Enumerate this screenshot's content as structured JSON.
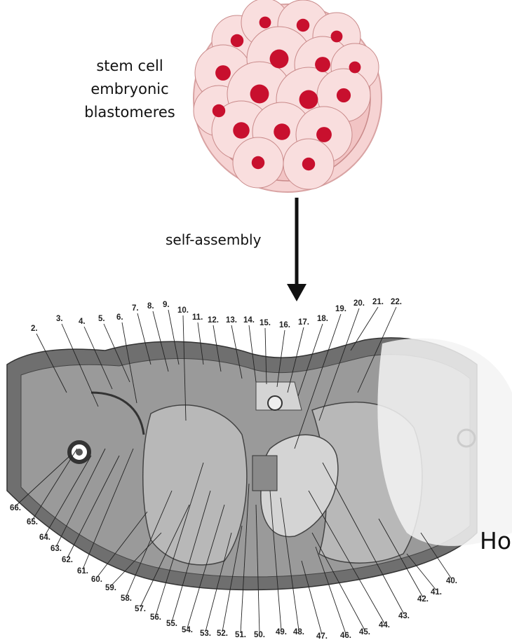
{
  "caption": {
    "line1": "stem cell",
    "line2": "embryonic",
    "line3": "blastomeres"
  },
  "arrow_label": "self-assembly",
  "corner_text": "Ho",
  "colors": {
    "cell_outer": "#f6d3d3",
    "cell_fill": "#f9dede",
    "cell_stroke": "#c98a8a",
    "nucleus": "#c8102e",
    "tissue_dark": "#6f6f6f",
    "tissue_mid": "#9a9a9a",
    "lung": "#b8b8b8",
    "organ_light": "#d4d4d4"
  },
  "labels_top": [
    "2.",
    "3.",
    "4.",
    "5.",
    "6.",
    "7.",
    "8.",
    "9.",
    "10.",
    "11.",
    "12.",
    "13.",
    "14.",
    "15.",
    "16.",
    "17.",
    "18.",
    "19.",
    "20.",
    "21.",
    "22."
  ],
  "labels_bottom": [
    "40.",
    "41.",
    "42.",
    "43.",
    "44.",
    "45.",
    "46.",
    "47.",
    "48.",
    "49.",
    "50.",
    "51.",
    "52.",
    "53.",
    "54.",
    "55.",
    "56.",
    "57.",
    "58.",
    "59.",
    "60.",
    "61.",
    "62.",
    "63.",
    "64.",
    "65.",
    "66."
  ]
}
